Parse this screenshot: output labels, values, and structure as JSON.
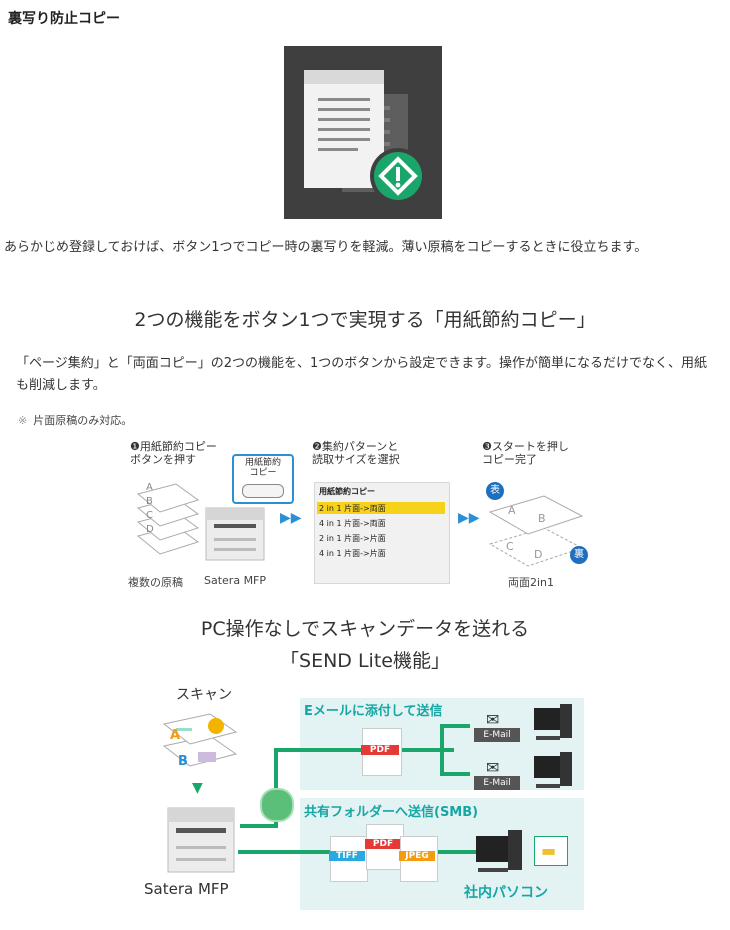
{
  "section1": {
    "heading": "裏写り防止コピー",
    "description": "あらかじめ登録しておけば、ボタン1つでコピー時の裏写りを軽減。薄い原稿をコピーするときに役立ちます。"
  },
  "section2": {
    "title": "2つの機能をボタン1つで実現する「用紙節約コピー」",
    "description": "「ページ集約」と「両面コピー」の2つの機能を、1つのボタンから設定できます。操作が簡単になるだけでなく、用紙も削減します。",
    "note_mark": "※",
    "note": "片面原稿のみ対応。",
    "diagram": {
      "step1": "❶用紙節約コピー\nボタンを押す",
      "button_label": "用紙節約\nコピー",
      "step2": "❷集約パターンと\n読取サイズを選択",
      "step3": "❸スタートを押し\nコピー完了",
      "menu_title": "用紙節約コピー",
      "menu_items": [
        "2 in 1 片面->両面",
        "4 in 1 片面->両面",
        "2 in 1 片面->片面",
        "4 in 1 片面->片面"
      ],
      "caption_originals": "複数の原稿",
      "caption_mfp": "Satera MFP",
      "caption_result": "両面2in1",
      "badge_front": "表",
      "badge_back": "裏",
      "page_letters": [
        "A",
        "B",
        "C",
        "D"
      ]
    }
  },
  "section3": {
    "title_line1": "PC操作なしでスキャンデータを送れる",
    "title_line2": "「SEND Lite機能」",
    "diagram": {
      "scan_label": "スキャン",
      "mfp_label": "Satera MFP",
      "email_title": "Eメールに添付して送信",
      "email_badge": "E-Mail",
      "pdf_label": "PDF",
      "smb_title": "共有フォルダーへ送信(SMB)",
      "tiff_label": "TIFF",
      "jpeg_label": "JPEG",
      "pc_label": "社内パソコン",
      "doc_letters": [
        "A",
        "B"
      ]
    }
  },
  "colors": {
    "green": "#1aa56a",
    "teal": "#16a6a4",
    "blue": "#1f6fbf",
    "highlight": "#f6d21a",
    "hero_bg": "#3f3f3f"
  }
}
